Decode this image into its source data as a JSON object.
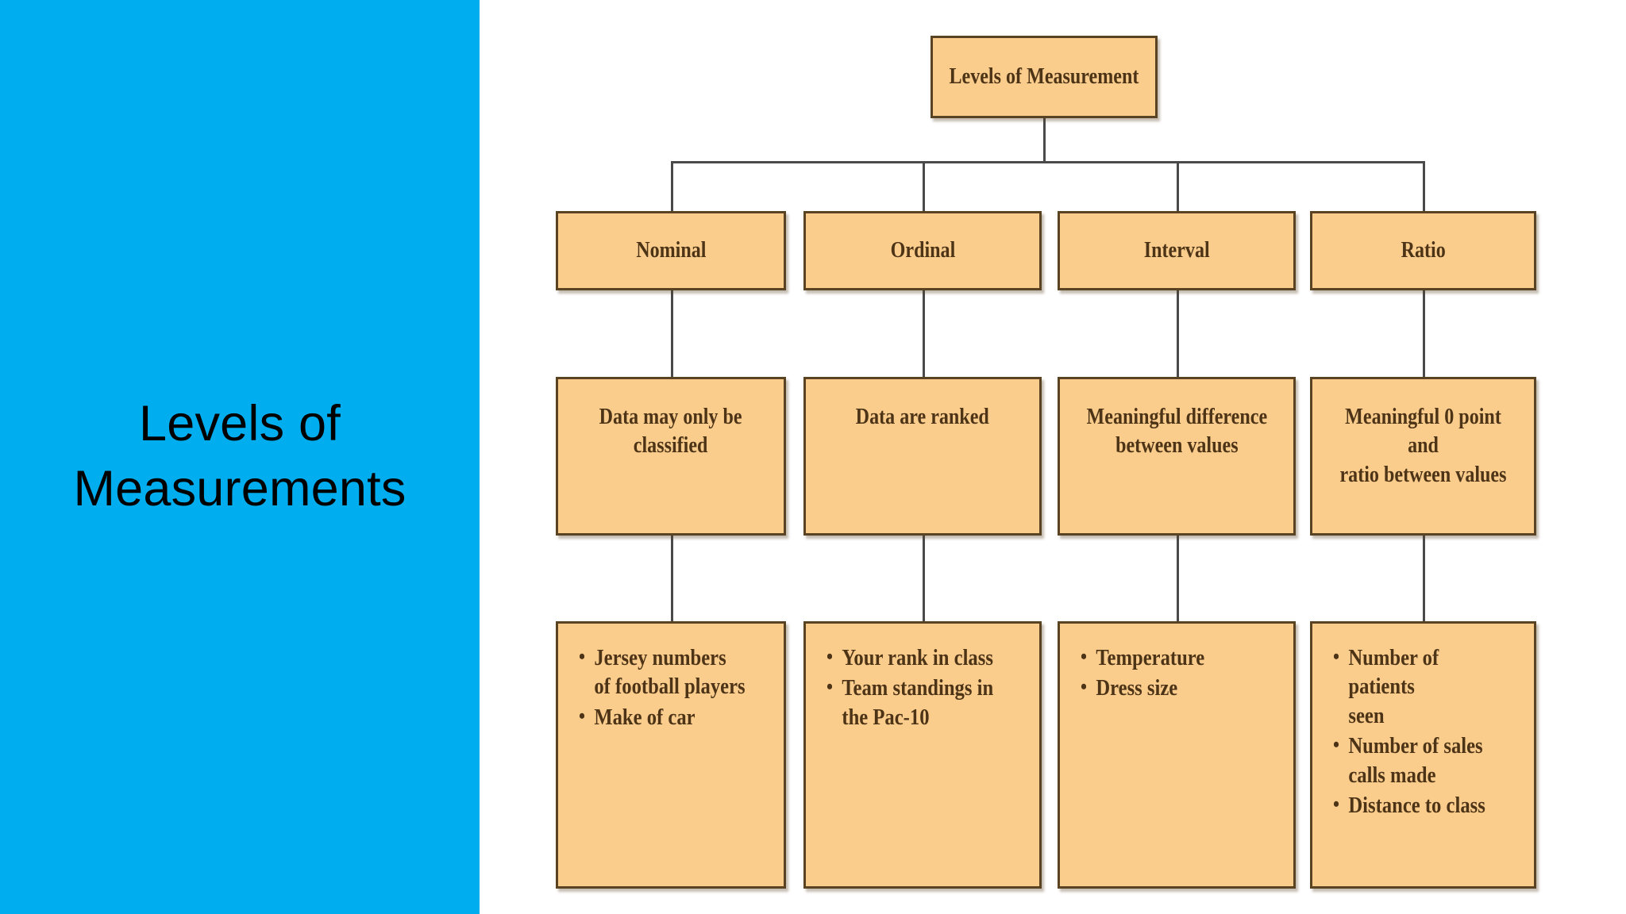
{
  "slide": {
    "title": "Levels of\nMeasurements",
    "panel_color": "#00aeef",
    "box_fill": "#fbcd8d",
    "box_border": "#5a4323",
    "text_color": "#4d3417"
  },
  "diagram": {
    "type": "tree",
    "root": "Levels of Measurement",
    "levels": [
      {
        "name": "Nominal",
        "definition": "Data may only be\nclassified",
        "examples": [
          "Jersey numbers\nof football players",
          "Make of car"
        ]
      },
      {
        "name": "Ordinal",
        "definition": "Data are ranked",
        "examples": [
          "Your rank in class",
          "Team standings in\nthe Pac-10"
        ]
      },
      {
        "name": "Interval",
        "definition": "Meaningful difference\nbetween values",
        "examples": [
          "Temperature",
          "Dress size"
        ]
      },
      {
        "name": "Ratio",
        "definition": "Meaningful 0 point and\nratio between values",
        "examples": [
          "Number of patients\nseen",
          "Number of sales\ncalls made",
          "Distance to class"
        ]
      }
    ]
  }
}
